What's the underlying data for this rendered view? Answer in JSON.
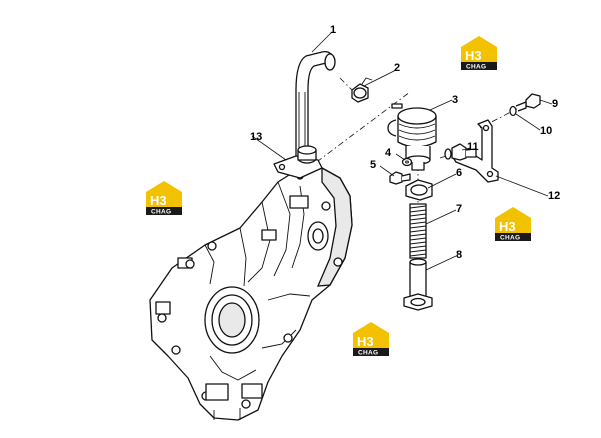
{
  "callouts": {
    "c1": "1",
    "c2": "2",
    "c3": "3",
    "c4": "4",
    "c5": "5",
    "c6": "6",
    "c7": "7",
    "c8": "8",
    "c9": "9",
    "c10": "10",
    "c11": "11",
    "c12": "12",
    "c13": "13"
  },
  "watermark": {
    "mark": "H3",
    "brand": "CHAG"
  },
  "colors": {
    "logo_yellow": "#f2c100",
    "logo_dark": "#1a1a1a",
    "line": "#111111"
  }
}
